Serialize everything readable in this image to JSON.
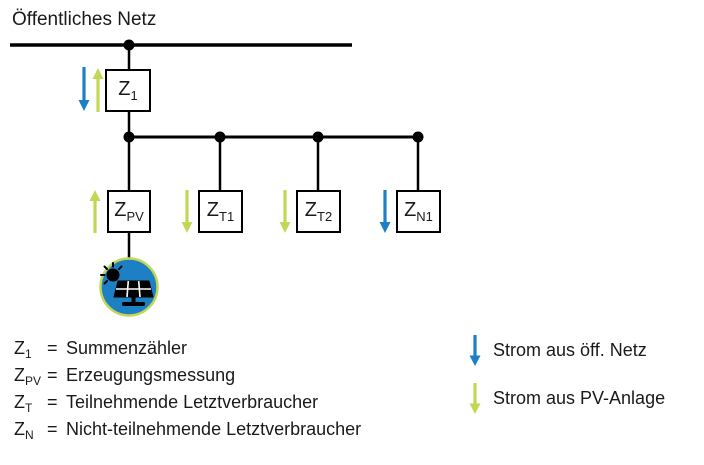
{
  "colors": {
    "line_black": "#000000",
    "text": "#1a1a1a",
    "grid_current_blue": "#1e80c4",
    "pv_current_green": "#c3d655",
    "pv_icon_fill": "#1e80c4",
    "pv_icon_ring": "#c3d655"
  },
  "diagram": {
    "public_grid_label": "Öffentliches Netz",
    "meters": {
      "z1": {
        "main": "Z",
        "sub": "1"
      },
      "zpv": {
        "main": "Z",
        "sub": "PV"
      },
      "zt1": {
        "main": "Z",
        "sub": "T1"
      },
      "zt2": {
        "main": "Z",
        "sub": "T2"
      },
      "zn1": {
        "main": "Z",
        "sub": "N1"
      }
    }
  },
  "legend": {
    "definitions": [
      {
        "symbol": {
          "main": "Z",
          "sub": "1"
        },
        "eq": "=",
        "desc": "Summenzähler"
      },
      {
        "symbol": {
          "main": "Z",
          "sub": "PV"
        },
        "eq": "=",
        "desc": "Erzeugungsmessung"
      },
      {
        "symbol": {
          "main": "Z",
          "sub": "T"
        },
        "eq": "=",
        "desc": "Teilnehmende Letztverbraucher"
      },
      {
        "symbol": {
          "main": "Z",
          "sub": "N"
        },
        "eq": "=",
        "desc": "Nicht-teilnehmende Letztverbraucher"
      }
    ],
    "flows": [
      {
        "icon": "arrow-down-blue",
        "label": "Strom aus öff. Netz"
      },
      {
        "icon": "arrow-down-green",
        "label": "Strom aus PV-Anlage"
      }
    ]
  }
}
